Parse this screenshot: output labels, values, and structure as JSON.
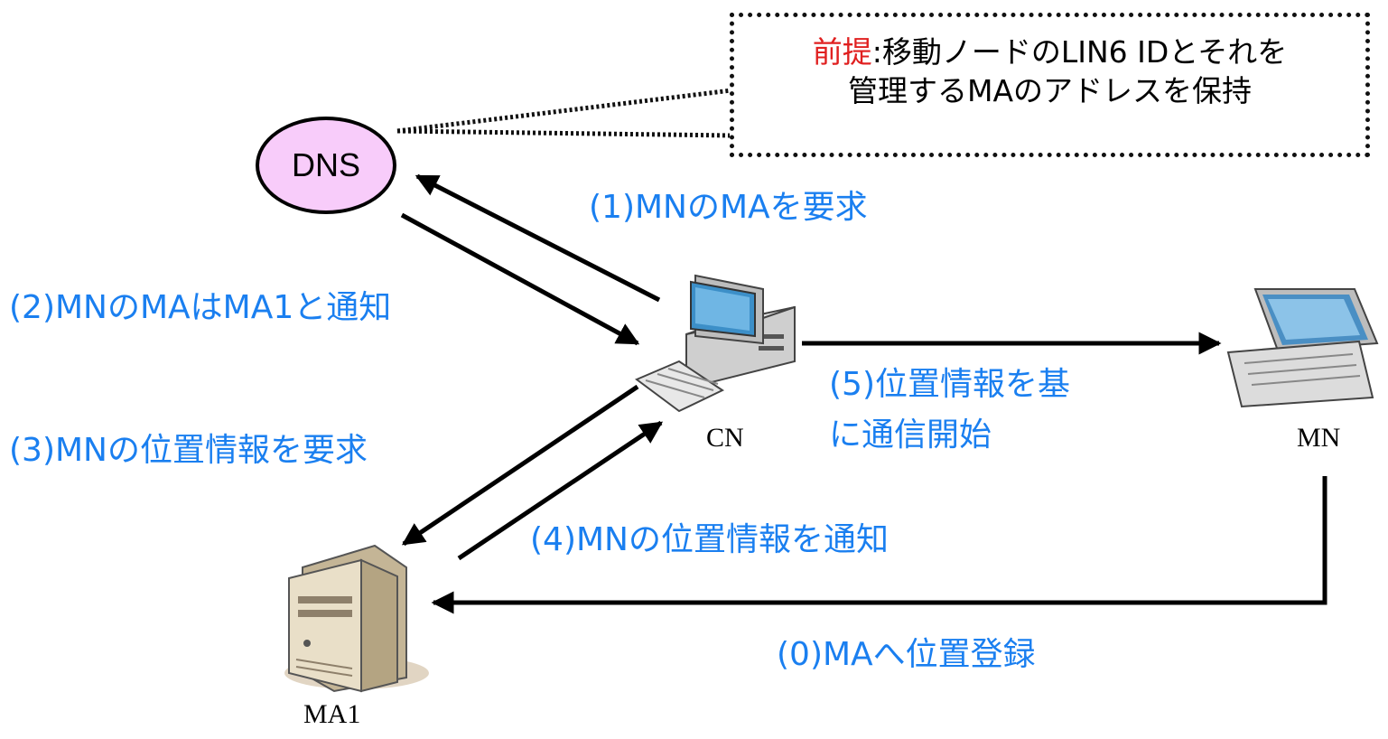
{
  "premise": {
    "highlight": "前提",
    "separator": ":",
    "line1": "移動ノードのLIN6 IDとそれを",
    "line2": "管理するMAのアドレスを保持"
  },
  "nodes": {
    "dns": "DNS",
    "cn": "CN",
    "mn": "MN",
    "ma1": "MA1"
  },
  "steps": {
    "s0": "(0)MAへ位置登録",
    "s1": "(1)MNのMAを要求",
    "s2": "(2)MNのMAはMA1と通知",
    "s3": "(3)MNの位置情報を要求",
    "s4": "(4)MNの位置情報を通知",
    "s5_line1": "(5)位置情報を基",
    "s5_line2": "に通信開始"
  },
  "colors": {
    "step_text": "#1a7ff0",
    "premise_highlight": "#e02020",
    "dns_fill": "#f8ccfa"
  },
  "icons": {
    "cn": "desktop-computer-icon",
    "mn": "laptop-icon",
    "ma1": "tower-server-icon"
  }
}
